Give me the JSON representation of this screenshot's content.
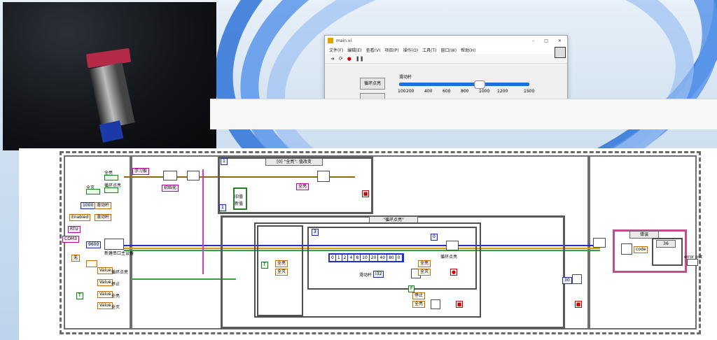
{
  "front_panel": {
    "title": "main.vi",
    "window_controls": [
      "–",
      "□",
      "✕"
    ],
    "menu": [
      "文件(F)",
      "编辑(E)",
      "查看(V)",
      "项目(P)",
      "操作(O)",
      "工具(T)",
      "窗口(W)",
      "帮助(H)"
    ],
    "toolbar_icons": [
      "run-arrow-icon",
      "run-continuous-icon",
      "abort-icon",
      "pause-icon"
    ],
    "loop_button_label": "循环点亮",
    "slider_label": "滑动杆",
    "slider_ticks": [
      "100",
      "200",
      "400",
      "600",
      "800",
      "1000",
      "1200",
      "1500"
    ],
    "slider_value_fraction": 0.62
  },
  "block_diagram": {
    "left_panel": {
      "bool_labels": [
        "全亮",
        "循环点亮",
        "全灭"
      ],
      "const_1000": "1000",
      "ref_slider": "滑动杆",
      "enabled": "Enabled",
      "rtu": "RTU",
      "com": "COM3",
      "baud": "9600",
      "create_master": "新建串口主设备",
      "none": "无",
      "value_refs": [
        "Value",
        "Value",
        "Value",
        "Value"
      ],
      "value_labels": [
        "循环点亮",
        "停止",
        "全亮",
        "全灭"
      ],
      "true_const": "T"
    },
    "top_event": {
      "learn": "学习板",
      "init": "初始化",
      "case_label": "[0] \"全亮\": 值改变",
      "case_index": "1",
      "all_on": "全亮",
      "ref_items": [
        "旧值",
        "新值"
      ],
      "bottom_index": "1"
    },
    "main_event": {
      "case_label": "\"循环点亮\"",
      "index": "3",
      "array": [
        "0",
        "1",
        "2",
        "4",
        "8",
        "10",
        "20",
        "40",
        "80",
        "0"
      ],
      "slider": "滑动杆",
      "slider_type": "I32",
      "const_0": "0",
      "loop_lit": "循环点亮",
      "all_on": "全亮",
      "all_off": "全灭",
      "stop": "停止",
      "const_30": "30",
      "false_const": "F",
      "true_const": "T"
    },
    "right": {
      "error_case": "错误",
      "code": "code",
      "code_value": "36",
      "error_out": "error out"
    }
  }
}
